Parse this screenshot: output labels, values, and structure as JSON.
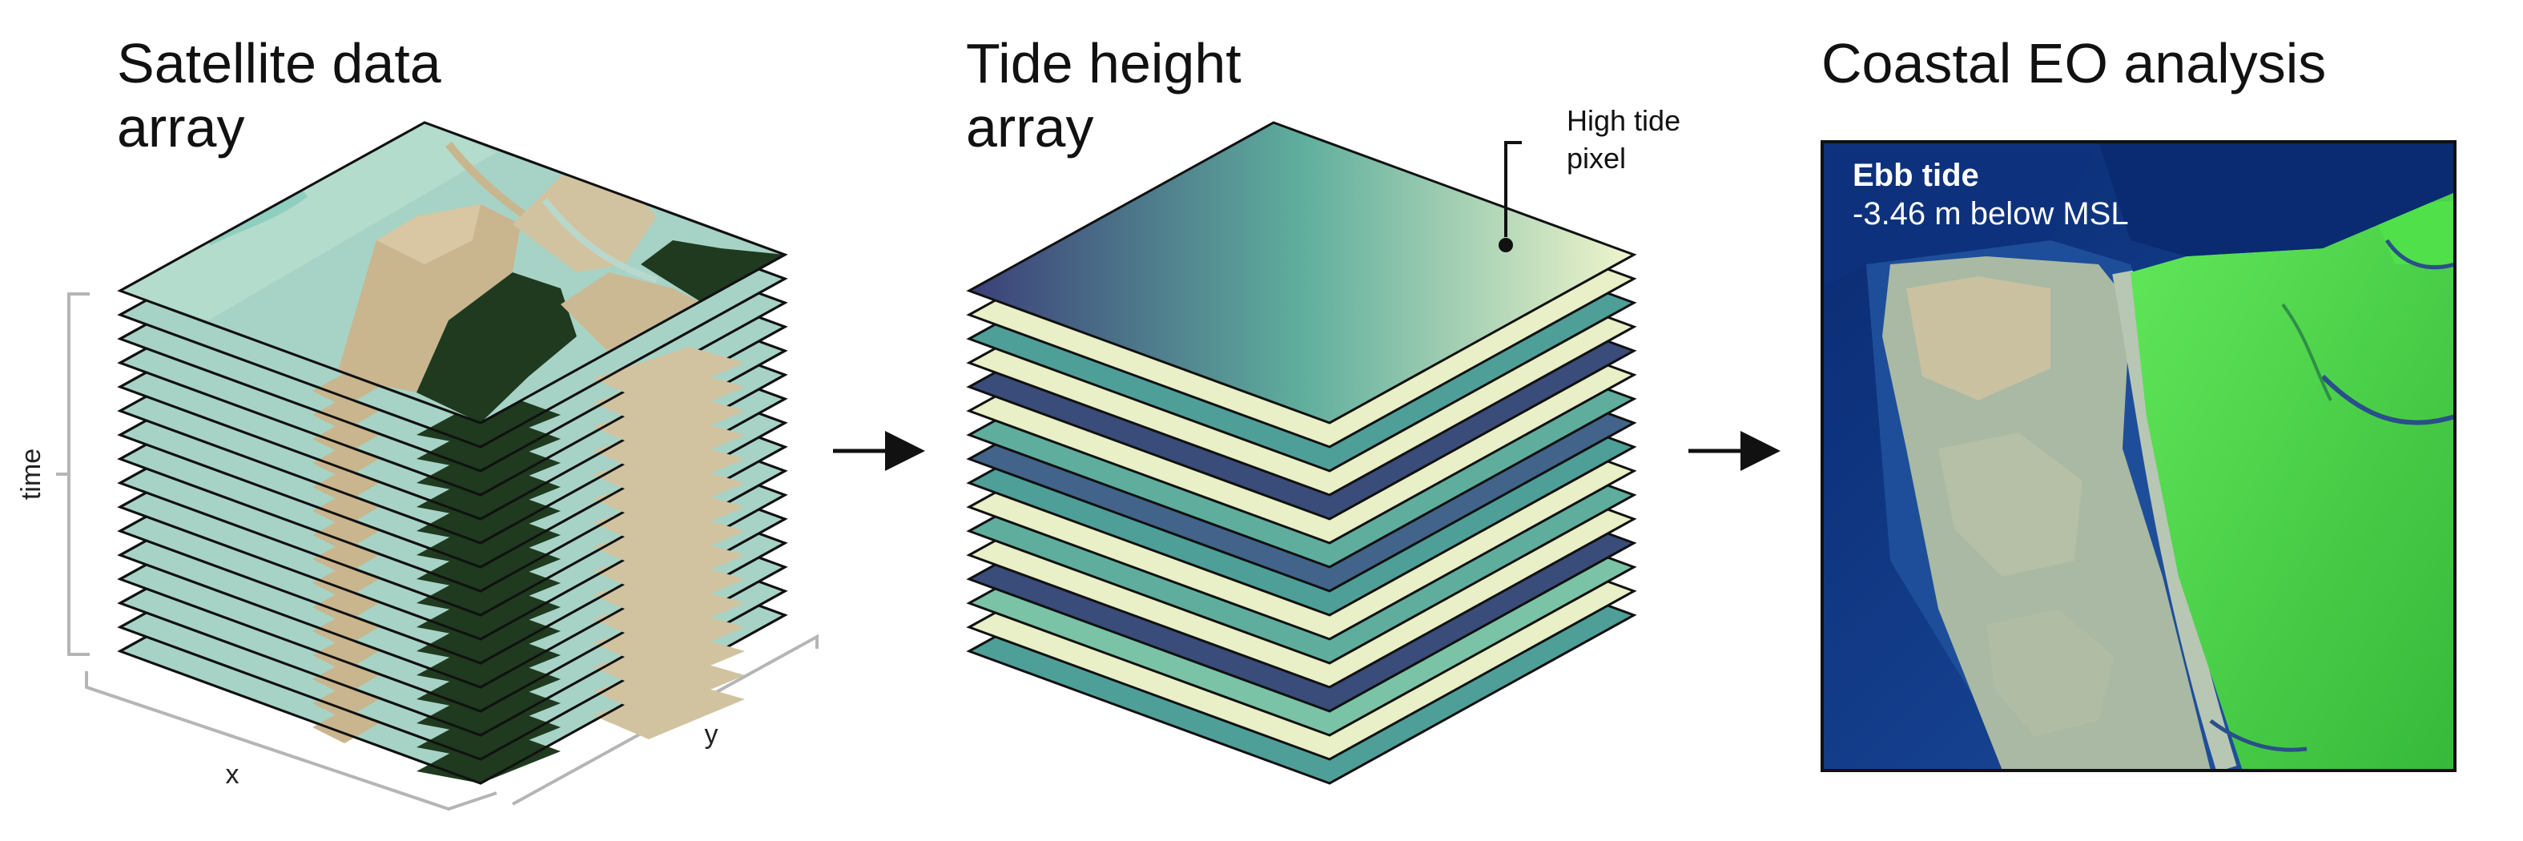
{
  "panels": {
    "satellite": {
      "title_line1": "Satellite data",
      "title_line2": "array",
      "axis_time": "time",
      "axis_x": "x",
      "axis_y": "y"
    },
    "tide": {
      "title_line1": "Tide height",
      "title_line2": "array",
      "annotation_line1": "High tide",
      "annotation_line2": "pixel",
      "layer_colors": [
        "#e9efc6",
        "#4f9f99",
        "#e9efc6",
        "#3a4c7a",
        "#e9efc6",
        "#5fae9d",
        "#42648a",
        "#4f9f99",
        "#e9efc6",
        "#5fae9d",
        "#e9efc6",
        "#3a4c7a",
        "#7ac3a6",
        "#e9efc6",
        "#4f9f99"
      ]
    },
    "coastal": {
      "title": "Coastal EO analysis",
      "label_bold": "Ebb tide",
      "label_sub": "-3.46 m below MSL"
    }
  },
  "colors": {
    "sand": "#c9b58e",
    "vegetation_dark": "#1f3a1f",
    "shallow_water": "#a7d3c6",
    "deep_water": "#0b2a6e",
    "bright_vegetation": "#4fe04a",
    "tide_low": "#3b3f78",
    "tide_mid": "#5fae9d",
    "tide_high": "#f0f5cc"
  },
  "icons": {
    "arrow1": "right-arrow-icon",
    "arrow2": "right-arrow-icon"
  }
}
